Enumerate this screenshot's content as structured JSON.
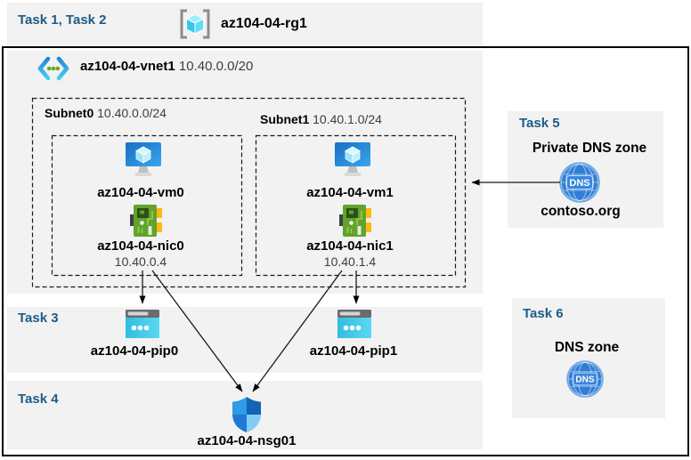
{
  "colors": {
    "task_heading": "#1d5c87",
    "panel_bg": "#f2f2f2",
    "frame_border": "#000000",
    "arrow": "#000000",
    "muted_text": "#3d3d3d"
  },
  "header": {
    "tasks_label": "Task 1, Task 2",
    "resource_group_name": "az104-04-rg1"
  },
  "vnet": {
    "name": "az104-04-vnet1",
    "cidr": "10.40.0.0/20"
  },
  "subnets": [
    {
      "name": "Subnet0",
      "cidr": "10.40.0.0/24",
      "vm": "az104-04-vm0",
      "nic": "az104-04-nic0",
      "nic_ip": "10.40.0.4"
    },
    {
      "name": "Subnet1",
      "cidr": "10.40.1.0/24",
      "vm": "az104-04-vm1",
      "nic": "az104-04-nic1",
      "nic_ip": "10.40.1.4"
    }
  ],
  "task3": {
    "label": "Task 3",
    "pips": [
      "az104-04-pip0",
      "az104-04-pip1"
    ]
  },
  "task4": {
    "label": "Task 4",
    "nsg": "az104-04-nsg01"
  },
  "task5": {
    "label": "Task 5",
    "title": "Private DNS zone",
    "zone_name": "contoso.org"
  },
  "task6": {
    "label": "Task 6",
    "title": "DNS zone"
  },
  "icons": {
    "resource_group": "resource-group-icon",
    "virtual_network": "virtual-network-icon",
    "virtual_machine": "virtual-machine-icon",
    "network_interface": "network-interface-icon",
    "public_ip": "public-ip-icon",
    "network_security_group": "network-security-group-icon",
    "dns_zone": "dns-zone-icon",
    "dns_icon_text": "DNS"
  }
}
